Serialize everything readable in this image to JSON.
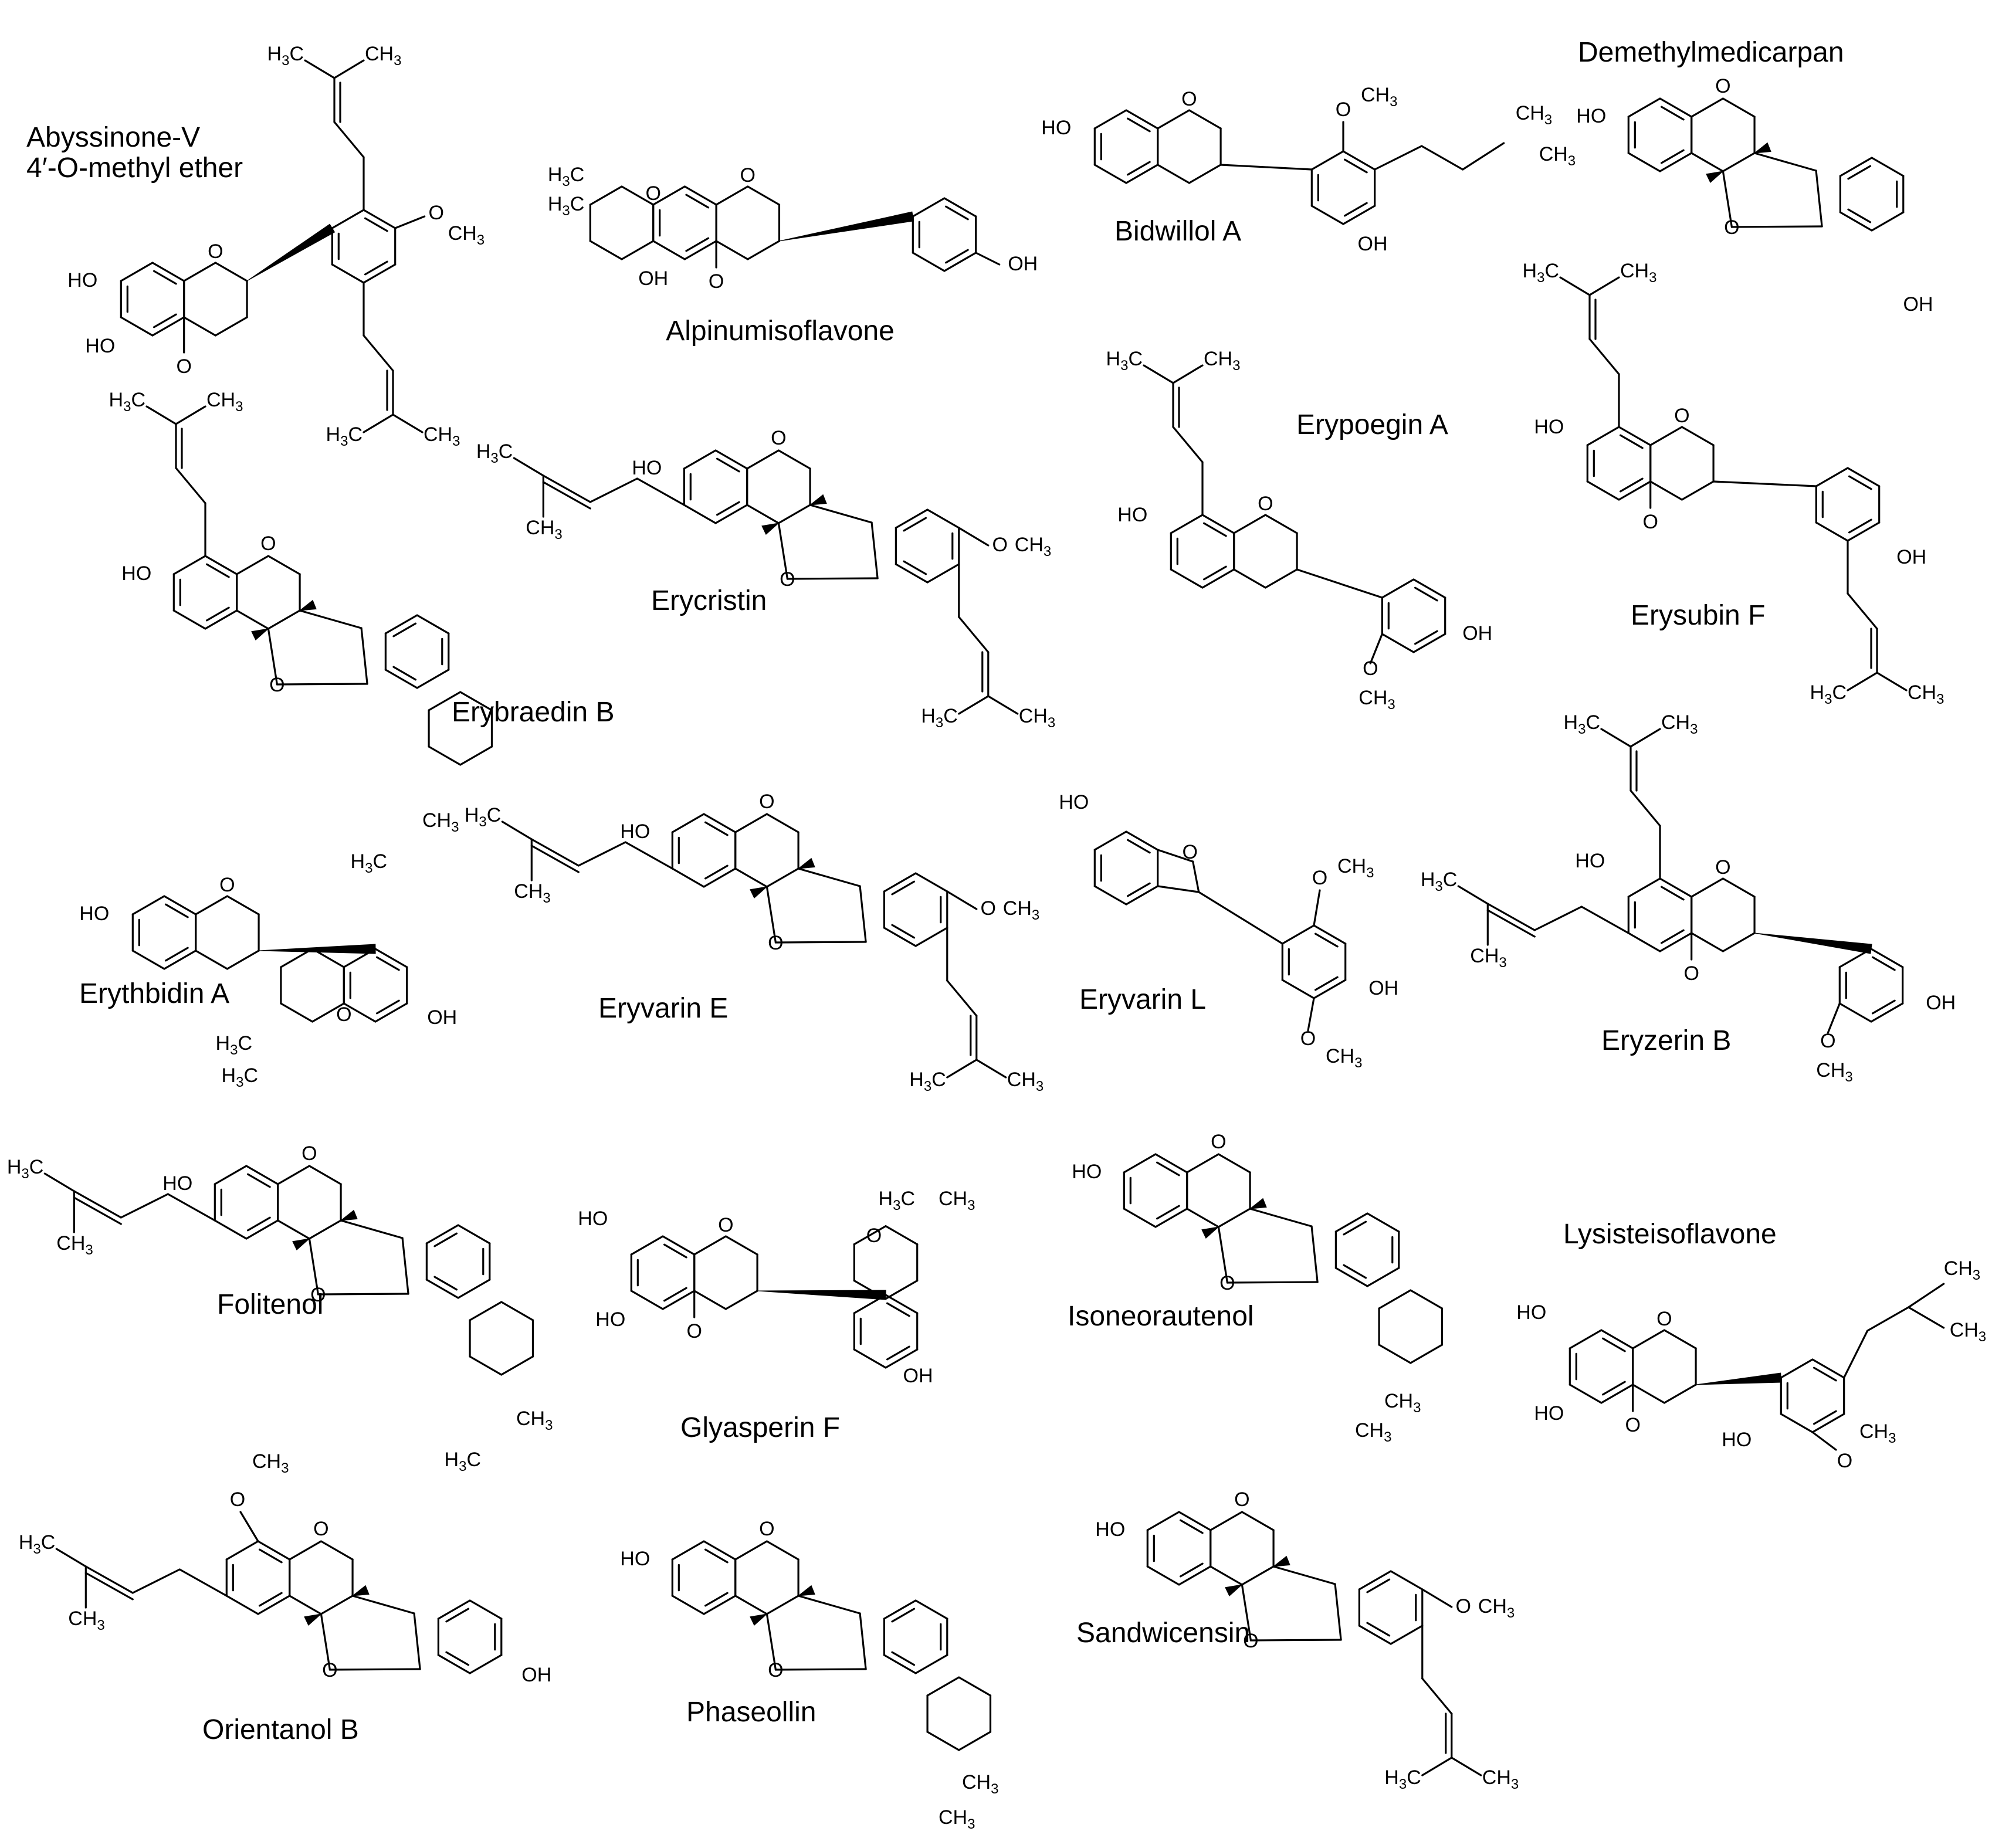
{
  "compounds": [
    {
      "id": "abyssinone",
      "name_lines": [
        "Abyssinone-V",
        "4′-O-methyl ether"
      ]
    },
    {
      "id": "alpinumisoflavone",
      "name_lines": [
        "Alpinumisoflavone"
      ]
    },
    {
      "id": "bidwillol",
      "name_lines": [
        "Bidwillol A"
      ]
    },
    {
      "id": "demethylmedicarpan",
      "name_lines": [
        "Demethylmedicarpan"
      ]
    },
    {
      "id": "erybraedin",
      "name_lines": [
        "Erybraedin B"
      ]
    },
    {
      "id": "erycristin",
      "name_lines": [
        "Erycristin"
      ]
    },
    {
      "id": "erypoegin",
      "name_lines": [
        "Erypoegin A"
      ]
    },
    {
      "id": "erysubin",
      "name_lines": [
        "Erysubin F"
      ]
    },
    {
      "id": "erythbidin",
      "name_lines": [
        "Erythbidin A"
      ]
    },
    {
      "id": "eryvarine",
      "name_lines": [
        "Eryvarin E"
      ]
    },
    {
      "id": "eryvarinl",
      "name_lines": [
        "Eryvarin L"
      ]
    },
    {
      "id": "eryzerin",
      "name_lines": [
        "Eryzerin B"
      ]
    },
    {
      "id": "folitenol",
      "name_lines": [
        "Folitenol"
      ]
    },
    {
      "id": "glyasperin",
      "name_lines": [
        "Glyasperin F"
      ]
    },
    {
      "id": "isoneorautenol",
      "name_lines": [
        "Isoneorautenol"
      ]
    },
    {
      "id": "lysisteisoflavone",
      "name_lines": [
        "Lysisteisoflavone"
      ]
    },
    {
      "id": "orientanol",
      "name_lines": [
        "Orientanol B"
      ]
    },
    {
      "id": "phaseollin",
      "name_lines": [
        "Phaseollin"
      ]
    },
    {
      "id": "sandwicensin",
      "name_lines": [
        "Sandwicensin"
      ]
    }
  ],
  "atom_labels": {
    "hydroxyl": "OH",
    "hydroxyl_left": "HO",
    "oxygen": "O",
    "carbon": "C",
    "hydrogen": "H",
    "methyl": "CH",
    "methyl_left": "H",
    "sub_3": "3"
  }
}
